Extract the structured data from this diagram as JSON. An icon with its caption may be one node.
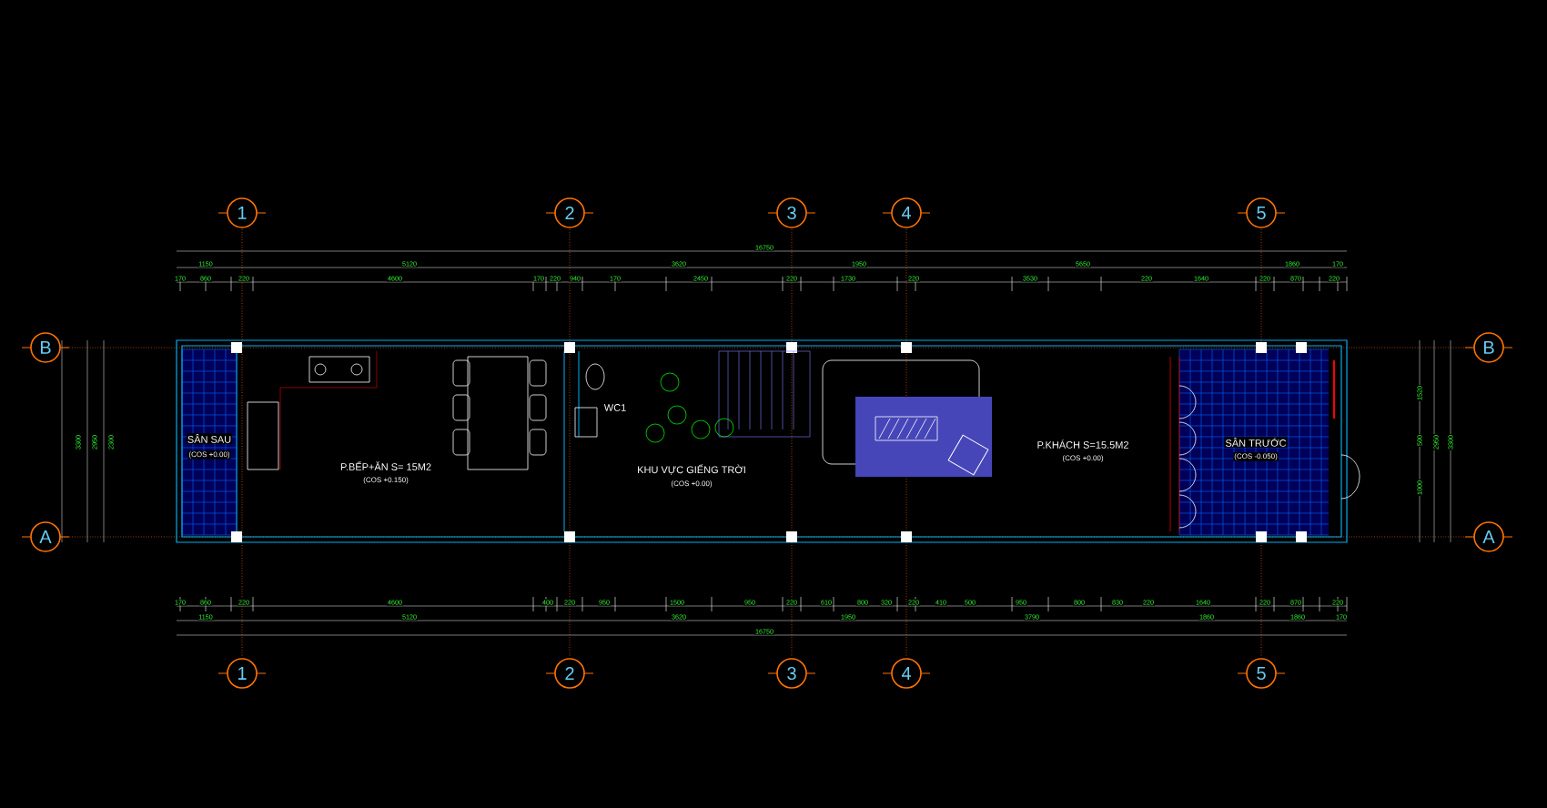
{
  "diagram": {
    "nodes": [
      {
        "text": [
          "1"
        ]
      },
      {
        "text": [
          "2"
        ]
      },
      {
        "text": [
          "3"
        ]
      },
      {
        "text": [
          "4"
        ]
      },
      {
        "text": [
          "5"
        ]
      },
      {
        "text": [
          "B"
        ]
      },
      {
        "text": [
          "B"
        ]
      },
      {
        "text": [
          "A"
        ]
      },
      {
        "text": [
          "A"
        ]
      },
      {
        "text": [
          "1"
        ]
      },
      {
        "text": [
          "2"
        ]
      },
      {
        "text": [
          "3"
        ]
      },
      {
        "text": [
          "4"
        ]
      },
      {
        "text": [
          "5"
        ]
      }
    ],
    "edges": [],
    "labels": [
      "16750",
      "1150",
      "5120",
      "3620",
      "1950",
      "5650",
      "1860",
      "170",
      "170",
      "860",
      "220",
      "4600",
      "170",
      "220",
      "940",
      "170",
      "2450",
      "220",
      "1730",
      "220",
      "3530",
      "220",
      "1640",
      "220",
      "870",
      "220",
      "SÂN SAU",
      "(COS +0.00)",
      "P.BẾP+ĂN S= 15M2",
      "(COS +0.150)",
      "WC1",
      "KHU VỰC GIẾNG TRỜI",
      "(COS +0.00)",
      "P.KHÁCH S=15.5M2",
      "(COS +0.00)",
      "SÂN TRƯỚC",
      "(COS -0.050)",
      "3300",
      "2950",
      "2300",
      "1520",
      "500",
      "1000",
      "2950",
      "3300",
      "170",
      "860",
      "220",
      "4600",
      "400",
      "220",
      "950",
      "1500",
      "950",
      "220",
      "610",
      "800",
      "320",
      "220",
      "410",
      "500",
      "950",
      "800",
      "830",
      "220",
      "1640",
      "220",
      "870",
      "220",
      "1150",
      "5120",
      "3620",
      "1950",
      "3790",
      "1860",
      "1860",
      "170",
      "16750"
    ]
  }
}
